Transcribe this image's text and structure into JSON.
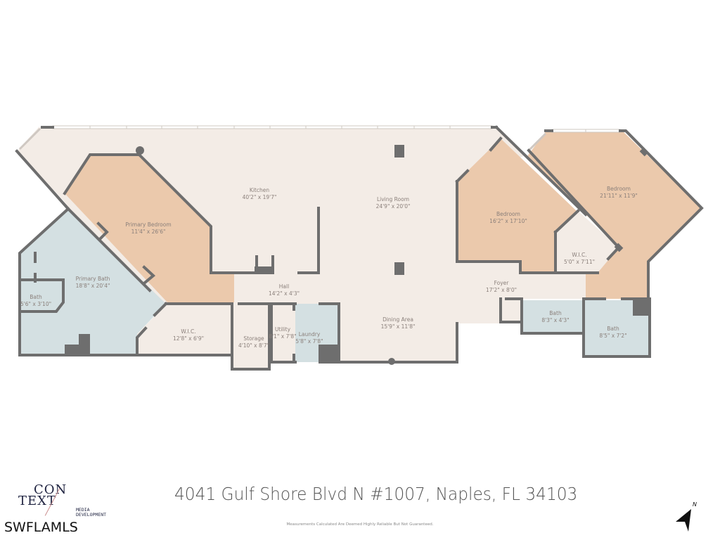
{
  "floorplan": {
    "rooms": [
      {
        "name": "Kitchen",
        "dims": "40'2\" x 19'7\""
      },
      {
        "name": "Living Room",
        "dims": "24'9\" x 20'0\""
      },
      {
        "name": "Primary Bedroom",
        "dims": "11'4\" x 26'6\""
      },
      {
        "name": "Primary Bath",
        "dims": "18'8\" x 20'4\""
      },
      {
        "name": "Bath",
        "dims": "5'6\" x 3'10\""
      },
      {
        "name": "W.I.C.",
        "dims": "12'8\" x 6'9\""
      },
      {
        "name": "Hall",
        "dims": "14'2\" x 4'3\""
      },
      {
        "name": "Storage",
        "dims": "4'10\" x 8'7\""
      },
      {
        "name": "Utility",
        "dims": "8'1\" x 7'8\""
      },
      {
        "name": "Laundry",
        "dims": "5'8\" x 7'8\""
      },
      {
        "name": "Dining Area",
        "dims": "15'9\" x 11'8\""
      },
      {
        "name": "Bedroom",
        "dims": "16'2\" x 17'10\""
      },
      {
        "name": "Bedroom",
        "dims": "21'11\" x 11'9\""
      },
      {
        "name": "W.I.C.",
        "dims": "5'0\" x 7'11\""
      },
      {
        "name": "Foyer",
        "dims": "17'2\" x 8'0\""
      },
      {
        "name": "Bath",
        "dims": "8'3\" x 4'3\""
      },
      {
        "name": "Bath",
        "dims": "8'5\" x 7'2\""
      }
    ],
    "colors": {
      "wall": "#6e6e6e",
      "common_floor": "#f3ece6",
      "bedroom_floor": "#ebc9ac",
      "bath_floor": "#d4e0e2",
      "label": "#8a7f7a"
    }
  },
  "footer": {
    "address": "4041 Gulf Shore Blvd N #1007, Naples, FL 34103",
    "disclaimer": "Measurements Calculated Are Deemed Highly Reliable But Not Guaranteed.",
    "logo_line1": "CON",
    "logo_line2": "TEXT",
    "logo_sub1": "MEDIA",
    "logo_sub2": "DEVELOPMENT",
    "mls": "SWFLAMLS",
    "compass_label": "N"
  }
}
